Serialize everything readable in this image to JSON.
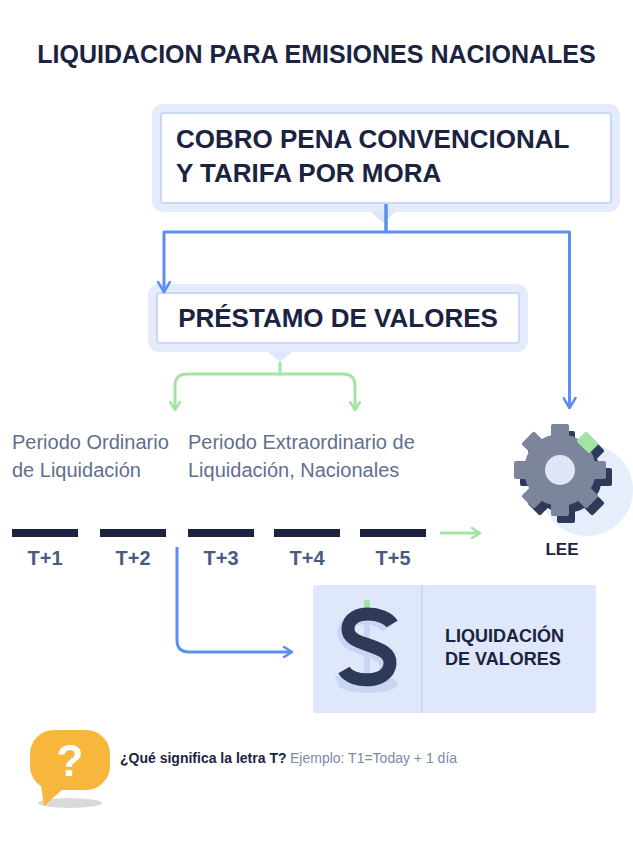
{
  "diagram": {
    "title": "LIQUIDACION PARA EMISIONES NACIONALES",
    "nodes": [
      {
        "text": [
          "COBRO PENA CONVENCIONAL Y TARIFA POR MORA"
        ]
      },
      {
        "text": [
          "PRÉSTAMO DE VALORES"
        ]
      },
      {
        "text": [
          "LEE"
        ]
      },
      {
        "text": [
          "LIQUIDACIÓN DE VALORES"
        ]
      }
    ],
    "edges": [
      {
        "from": 0,
        "to": 1,
        "arrow": "to"
      },
      {
        "from": 0,
        "to": 2,
        "arrow": "to"
      }
    ],
    "labels": [
      "Periodo Ordinario de Liquidación",
      "Periodo Extraordinario de Liquidación, Nacionales",
      "T+1",
      "T+2",
      "T+3",
      "T+4",
      "T+5",
      "?",
      "¿Qué significa la letra T?",
      "Ejemplo: T1=Today + 1 día"
    ]
  }
}
